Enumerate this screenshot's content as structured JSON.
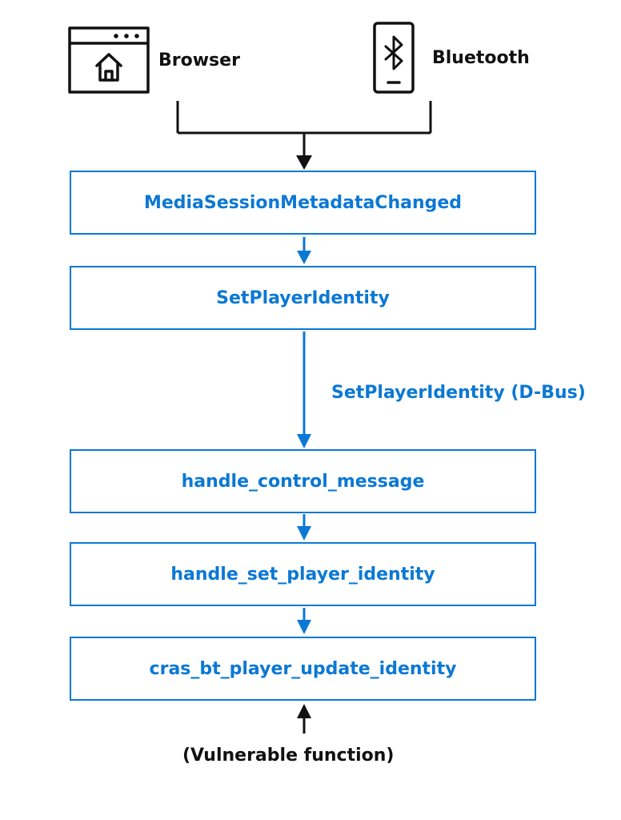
{
  "sources": {
    "browser_label": "Browser",
    "bluetooth_label": "Bluetooth"
  },
  "flow": {
    "step1": "MediaSessionMetadataChanged",
    "step2": "SetPlayerIdentity",
    "dbus_label": "SetPlayerIdentity (D-Bus)",
    "step3": "handle_control_message",
    "step4": "handle_set_player_identity",
    "step5": "cras_bt_player_update_identity"
  },
  "annotation": {
    "vulnerable_label": "(Vulnerable function)"
  },
  "colors": {
    "accent": "#0b78d4",
    "ink": "#111111"
  }
}
